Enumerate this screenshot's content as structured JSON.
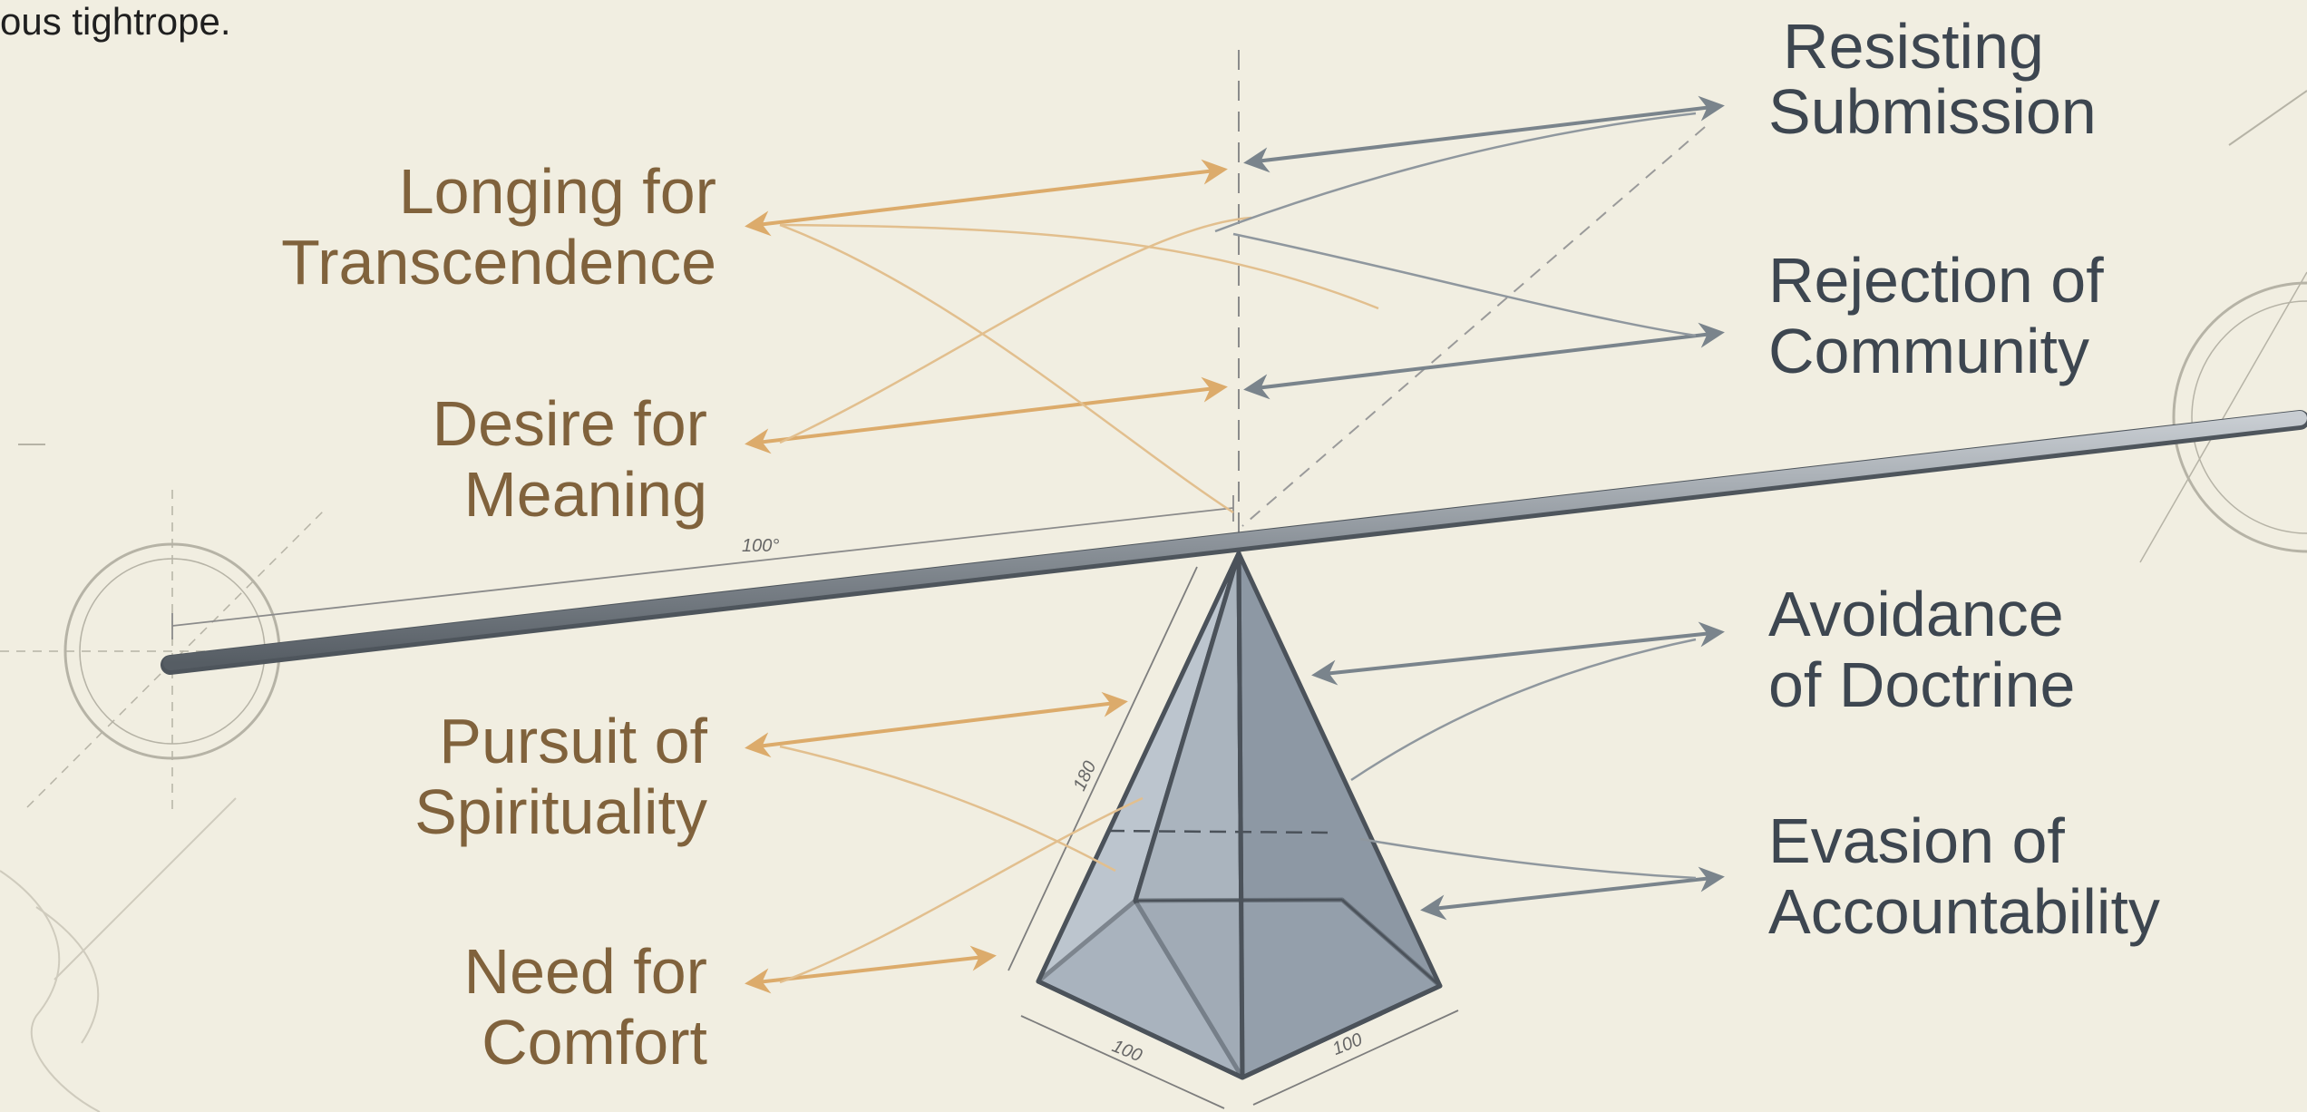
{
  "caption": "ous tightrope.",
  "left_labels": [
    {
      "line1": "Longing for",
      "line2": "Transcendence"
    },
    {
      "line1": "Desire for",
      "line2": "Meaning"
    },
    {
      "line1": "Pursuit of",
      "line2": "Spirituality"
    },
    {
      "line1": "Need for",
      "line2": "Comfort"
    }
  ],
  "right_labels": [
    {
      "line1": "Resisting",
      "line2": "Submission"
    },
    {
      "line1": "Rejection of",
      "line2": "Community"
    },
    {
      "line1": "Avoidance",
      "line2": "of Doctrine"
    },
    {
      "line1": "Evasion of",
      "line2": "Accountability"
    }
  ],
  "dimensions": {
    "beam": "100°",
    "height": "180",
    "base_left": "100",
    "base_right": "100"
  },
  "colors": {
    "left": "#80623c",
    "right": "#3d4650",
    "left_arrow": "#dcab6b",
    "right_arrow": "#7a848c"
  }
}
